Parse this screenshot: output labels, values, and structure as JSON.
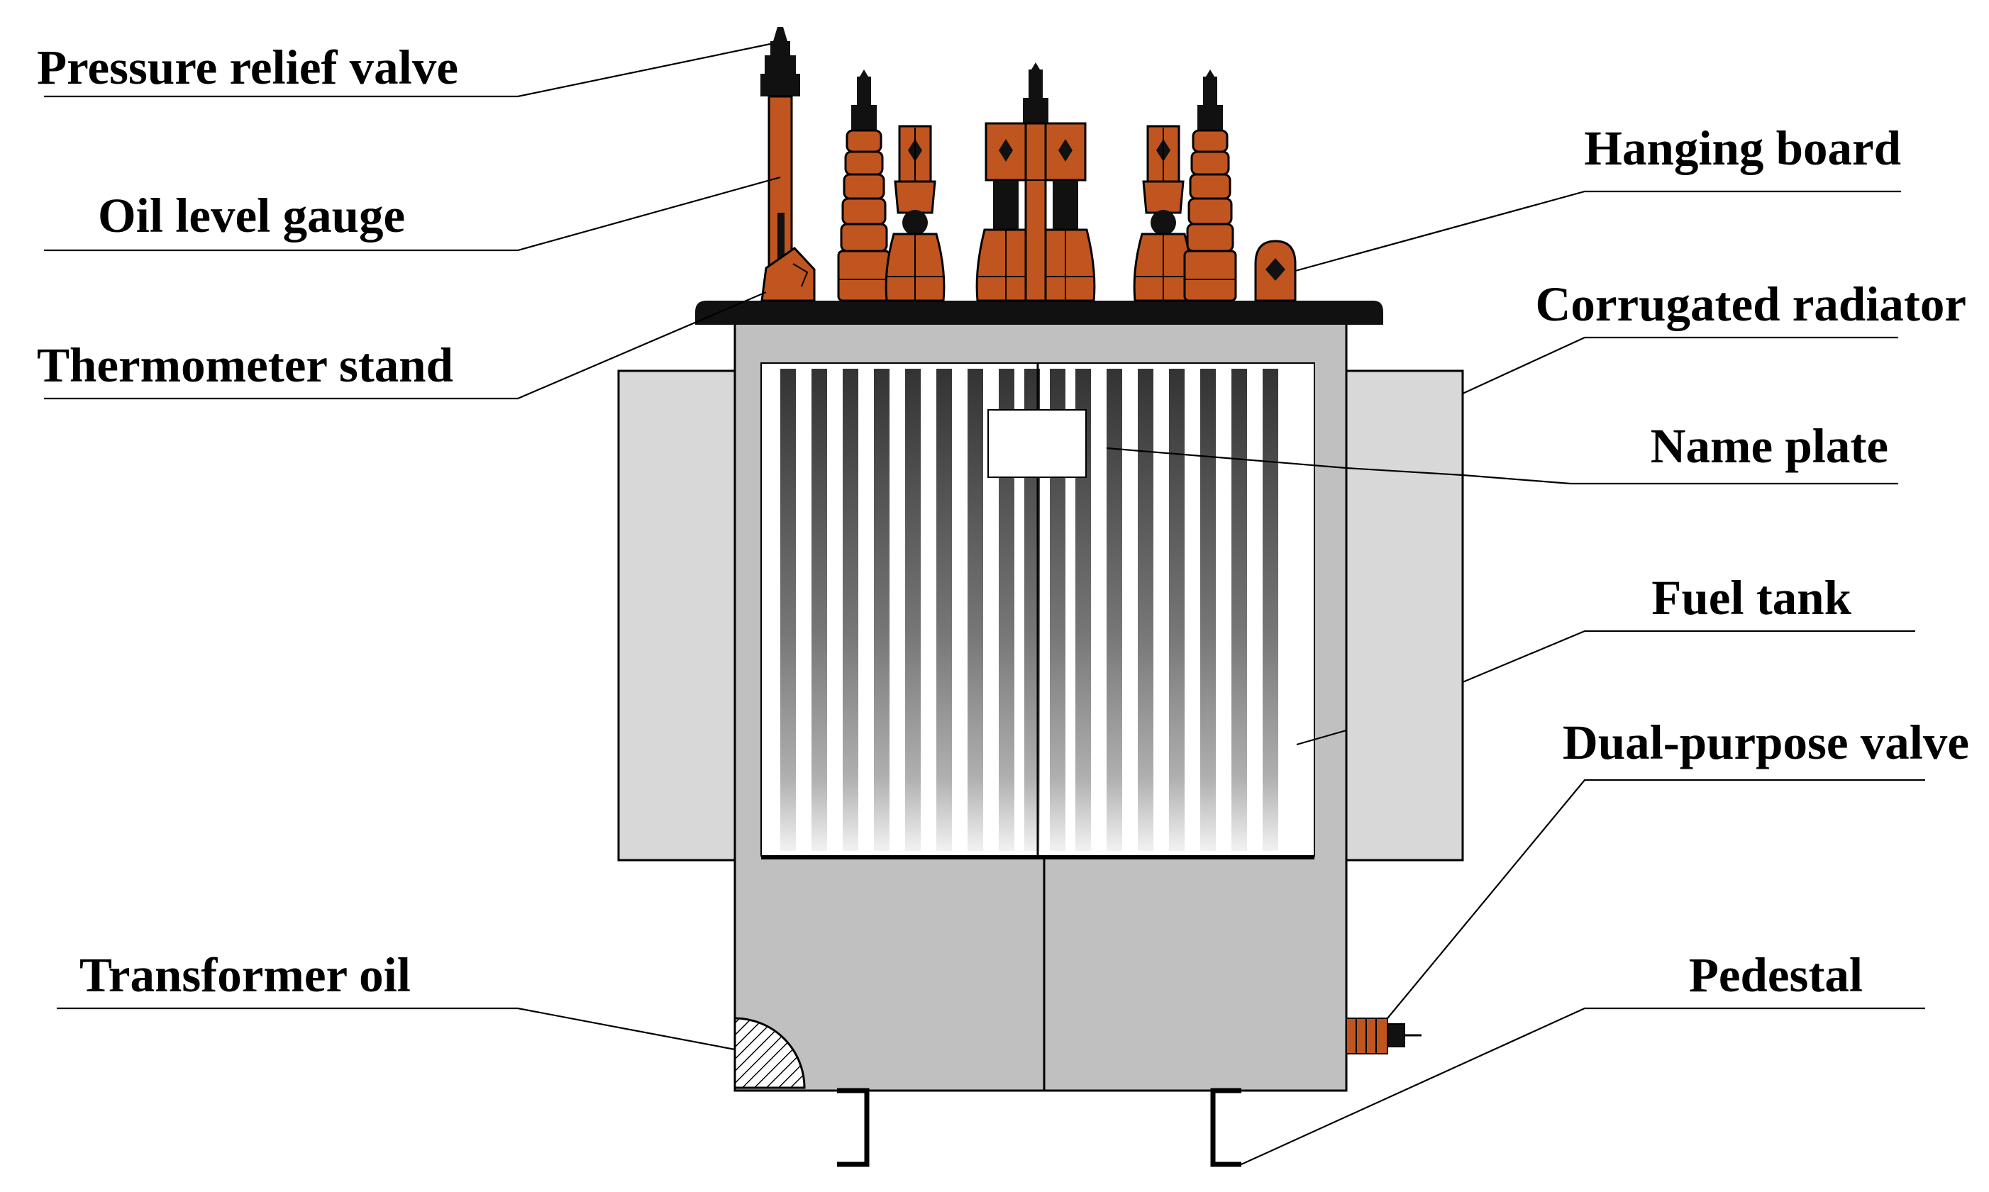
{
  "labels": {
    "pressure_relief_valve": "Pressure relief valve",
    "oil_level_gauge": "Oil level gauge",
    "thermometer_stand": "Thermometer stand",
    "transformer_oil": "Transformer oil",
    "hanging_board": "Hanging board",
    "corrugated_radiator": "Corrugated radiator",
    "name_plate": "Name plate",
    "fuel_tank": "Fuel tank",
    "dual_purpose_valve": "Dual-purpose valve",
    "pedestal": "Pedestal"
  },
  "colors": {
    "bushing": "#C0551F",
    "tank": "#C0C0C0",
    "side_tank": "#D8D8D8",
    "cover": "#111111",
    "radiator_dark": "#3a3a3a",
    "radiator_light": "#f4f4f4"
  }
}
